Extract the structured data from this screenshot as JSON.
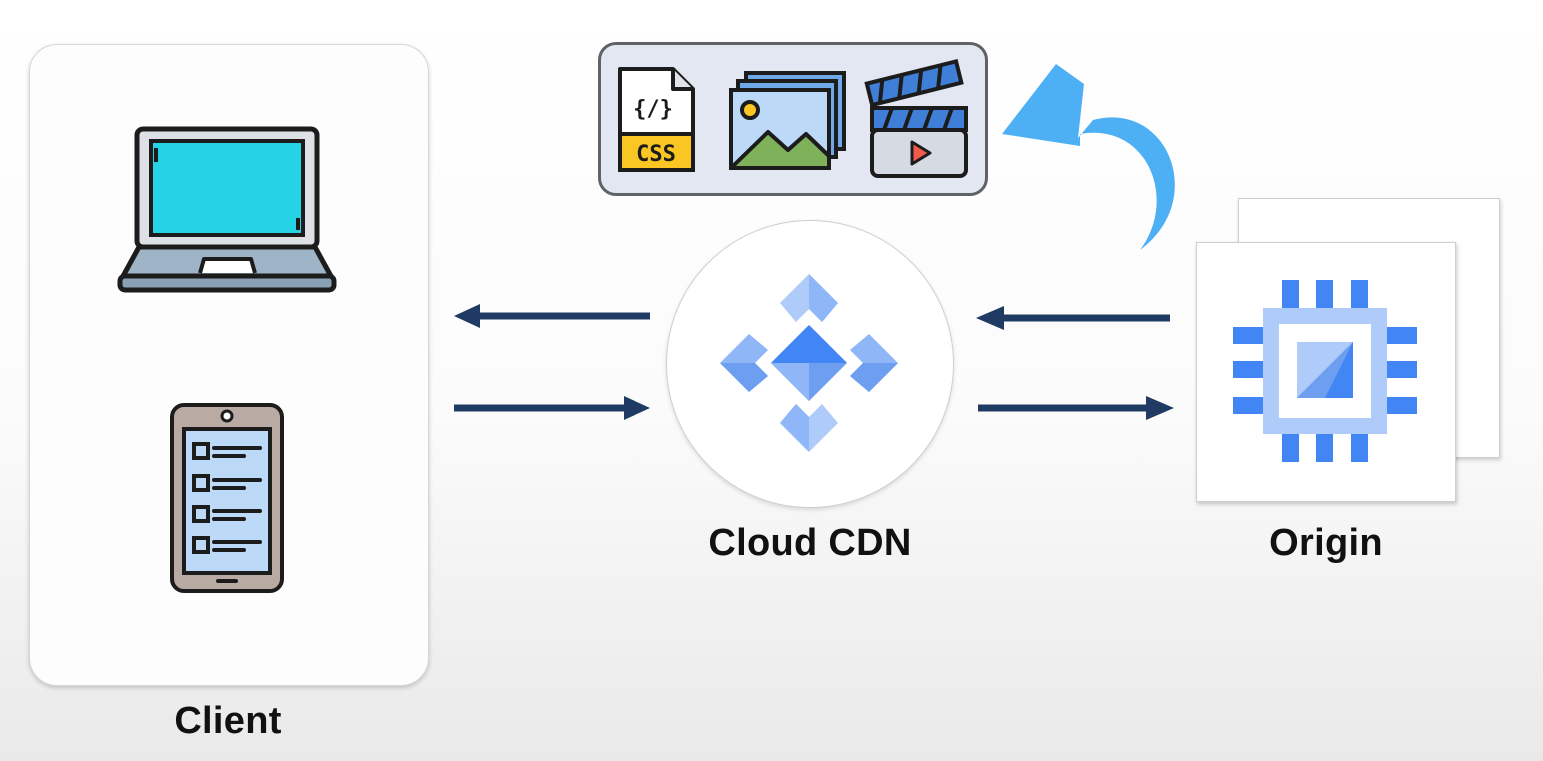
{
  "client": {
    "label": "Client"
  },
  "cdn": {
    "label": "Cloud CDN"
  },
  "origin": {
    "label": "Origin"
  },
  "assets": {
    "css_badge": "CSS",
    "code_glyph": "{/}"
  },
  "colors": {
    "arrow_navy": "#1f3a63",
    "curved_arrow": "#4db0f5",
    "google_blue_light": "#aecbfa",
    "google_blue": "#4285f4",
    "laptop_screen": "#26d2e6",
    "css_yellow": "#f9c623"
  }
}
